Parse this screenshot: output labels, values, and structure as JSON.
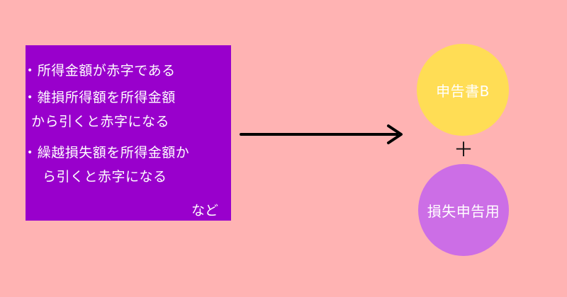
{
  "conditions": {
    "items": [
      {
        "line1": "所得金額が赤字である"
      },
      {
        "line1": "雑損所得額を所得金額",
        "line2": "から引くと赤字になる"
      },
      {
        "line1": "繰越損失額を所得金額か",
        "line2": "ら引くと赤字になる"
      }
    ],
    "bullet": "•",
    "etc": "など"
  },
  "result": {
    "form_b": "申告書B",
    "plus": "＋",
    "loss_form": "損失申告用"
  },
  "colors": {
    "background": "#ffb3b3",
    "box": "#9900cc",
    "circle_yellow": "#ffdd55",
    "circle_purple": "#cc6ee6",
    "arrow": "#000000"
  },
  "icons": {
    "arrow": "arrow-right-icon",
    "plus": "plus-icon"
  }
}
